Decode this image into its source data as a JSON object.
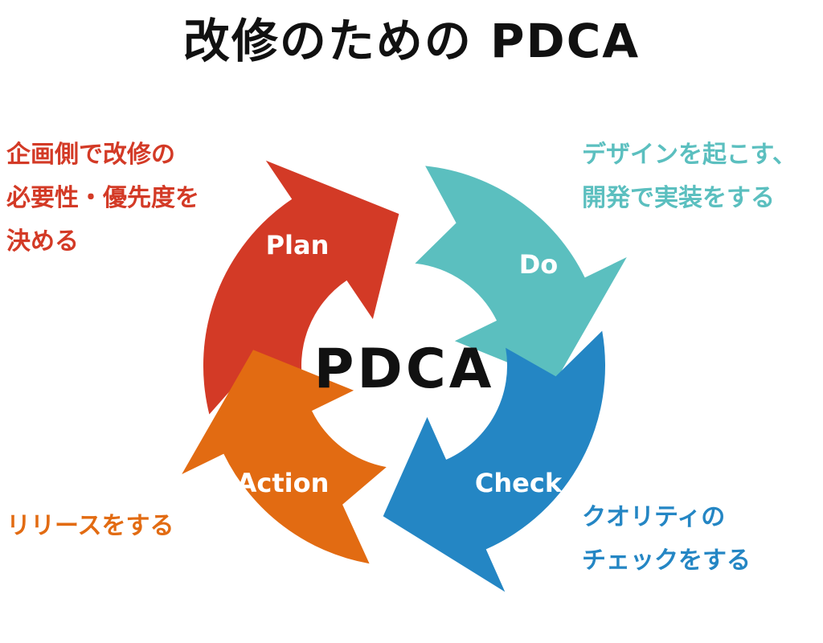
{
  "title": "改修のための PDCA",
  "center_label": "PDCA",
  "colors": {
    "plan": "#d33a26",
    "do": "#5bbfbf",
    "check": "#2486c4",
    "action": "#e26b12"
  },
  "segments": {
    "plan": "Plan",
    "do": "Do",
    "check": "Check",
    "action": "Action"
  },
  "notes": {
    "plan": [
      "企画側で改修の",
      "必要性・優先度を",
      "決める"
    ],
    "do": [
      "デザインを起こす、",
      "開発で実装をする"
    ],
    "check": [
      "クオリティの",
      "チェックをする"
    ],
    "action": [
      "リリースをする"
    ]
  }
}
